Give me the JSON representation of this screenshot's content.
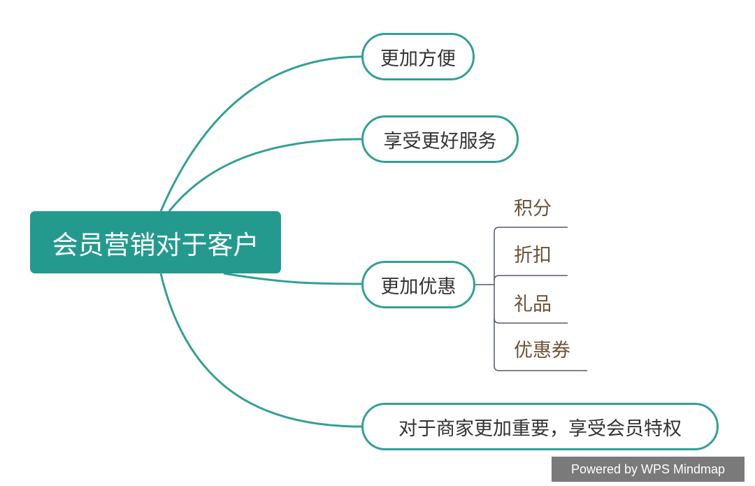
{
  "root": {
    "label": "会员营销对于客户"
  },
  "branches": [
    {
      "label": "更加方便"
    },
    {
      "label": "享受更好服务"
    },
    {
      "label": "更加优惠",
      "children": [
        "积分",
        "折扣",
        "礼品",
        "优惠券"
      ]
    },
    {
      "label": "对于商家更加重要，享受会员特权"
    }
  ],
  "footer": {
    "label": "Powered by WPS Mindmap"
  },
  "colors": {
    "root_fill": "#249a8f",
    "connector": "#33a096",
    "leaf_text": "#6b5237",
    "leaf_line": "#555a66"
  }
}
